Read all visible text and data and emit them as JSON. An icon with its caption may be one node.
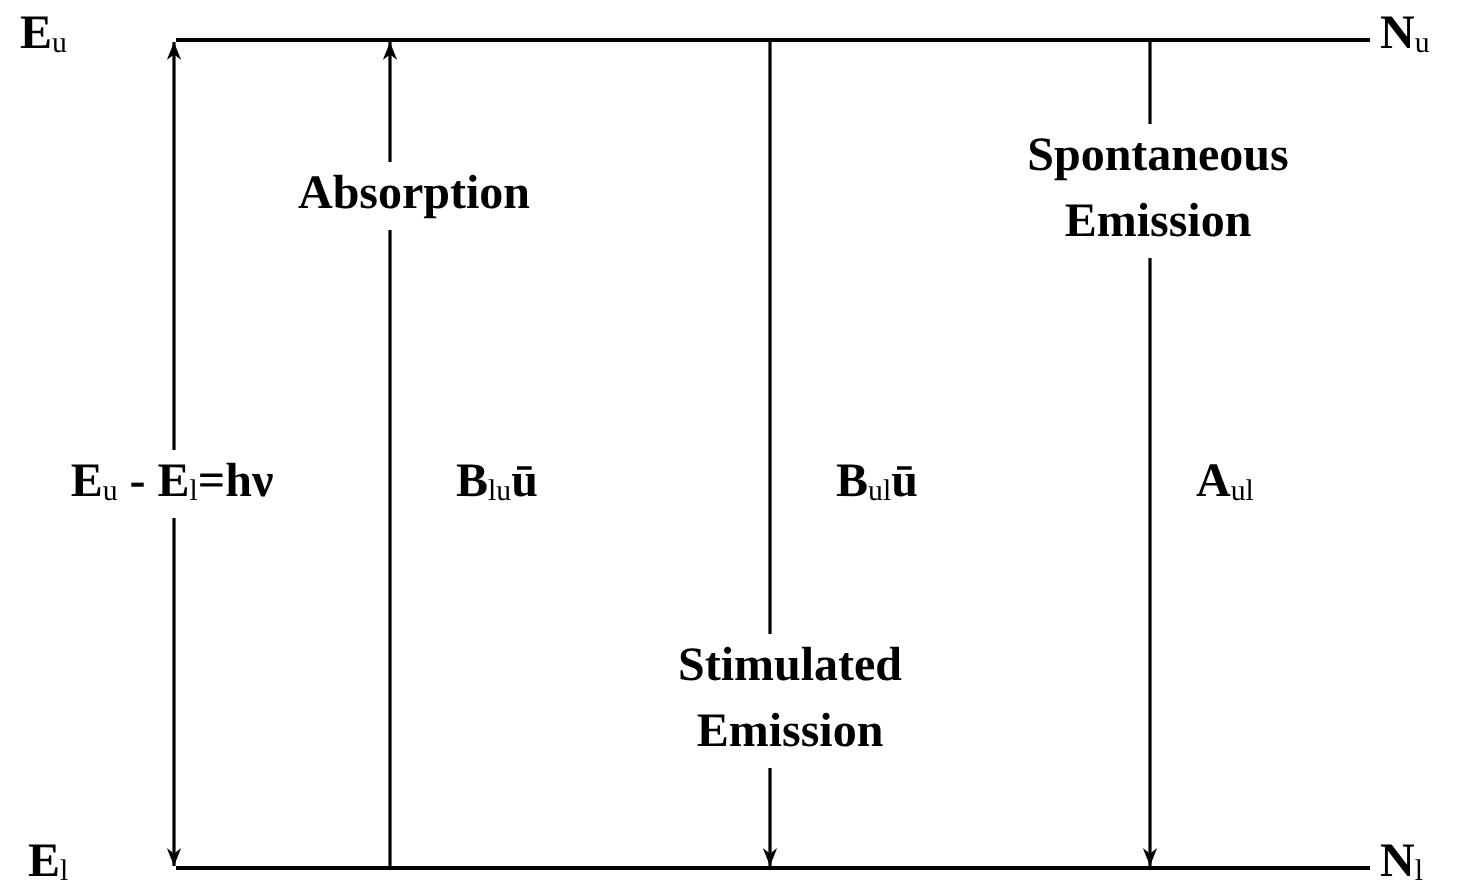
{
  "diagram": {
    "nodes": [
      {
        "text": [],
        "shape": "bar",
        "beside": [
          "E$_{u}$",
          "N$_{u}$"
        ]
      },
      {
        "text": [],
        "shape": "bar",
        "beside": [
          "E$_{l}$",
          "N$_{l}$"
        ]
      }
    ],
    "edges": [
      {
        "from": 1,
        "to": 0,
        "arrow": "both",
        "label": "E$_{u}$ - E$_{l}$=hν"
      },
      {
        "from": 1,
        "to": 0,
        "arrow": "to",
        "label": "Absorption"
      },
      {
        "from": 0,
        "to": 1,
        "arrow": "to",
        "label": "Stimulated Emission"
      },
      {
        "from": 0,
        "to": 1,
        "arrow": "to",
        "label": "Spontaneous Emission"
      }
    ],
    "labels": [
      "B$_{lu}$ū",
      "B$_{ul}$ū",
      "A$_{ul}$"
    ]
  }
}
